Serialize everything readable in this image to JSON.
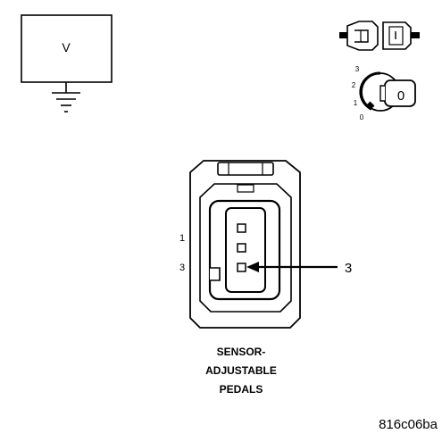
{
  "voltmeter": {
    "symbol": "V"
  },
  "key_switch": {
    "positions": [
      "3",
      "2",
      "1",
      "0"
    ],
    "key_label": "0"
  },
  "connector": {
    "left_pin_labels": [
      "1",
      "3"
    ],
    "callout_label": "3"
  },
  "caption": {
    "lines": [
      "SENSOR-",
      "ADJUSTABLE",
      "PEDALS"
    ]
  },
  "reference_code": "816c06ba"
}
